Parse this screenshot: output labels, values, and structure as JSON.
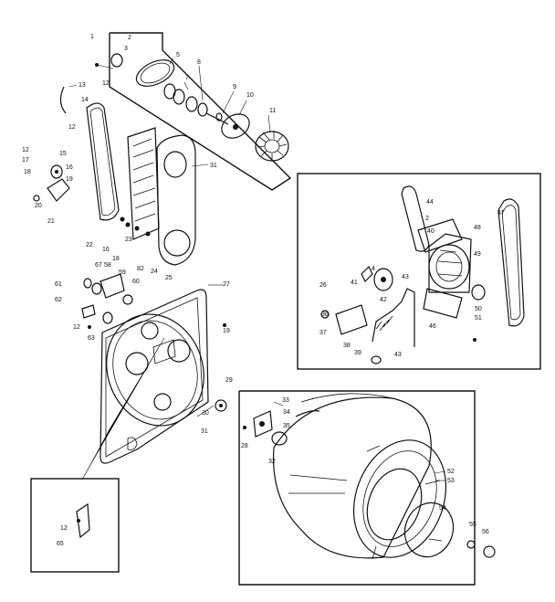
{
  "callouts": [
    {
      "id": "c1",
      "text": "1"
    },
    {
      "id": "c2",
      "text": "2"
    },
    {
      "id": "c3",
      "text": "3"
    },
    {
      "id": "c5",
      "text": "5"
    },
    {
      "id": "c7",
      "text": "7"
    },
    {
      "id": "c8",
      "text": "8"
    },
    {
      "id": "c9",
      "text": "9"
    },
    {
      "id": "c10",
      "text": "10"
    },
    {
      "id": "c11",
      "text": "11"
    },
    {
      "id": "c12a",
      "text": "12"
    },
    {
      "id": "c13",
      "text": "13"
    },
    {
      "id": "c14",
      "text": "14"
    },
    {
      "id": "c12b",
      "text": "12"
    },
    {
      "id": "c12c",
      "text": "12"
    },
    {
      "id": "c15",
      "text": "15"
    },
    {
      "id": "c16",
      "text": "16"
    },
    {
      "id": "c17",
      "text": "17"
    },
    {
      "id": "c18",
      "text": "18"
    },
    {
      "id": "c19",
      "text": "19"
    },
    {
      "id": "c20",
      "text": "20"
    },
    {
      "id": "c21",
      "text": "21"
    },
    {
      "id": "c31a",
      "text": "31"
    },
    {
      "id": "c22",
      "text": "22"
    },
    {
      "id": "c16b",
      "text": "16"
    },
    {
      "id": "c23",
      "text": "23"
    },
    {
      "id": "c18b",
      "text": "18"
    },
    {
      "id": "c82",
      "text": "82"
    },
    {
      "id": "c24",
      "text": "24"
    },
    {
      "id": "c25",
      "text": "25"
    },
    {
      "id": "c61",
      "text": "61"
    },
    {
      "id": "c67",
      "text": "67"
    },
    {
      "id": "c58",
      "text": "58"
    },
    {
      "id": "c59",
      "text": "59"
    },
    {
      "id": "c60",
      "text": "60"
    },
    {
      "id": "c62",
      "text": "62"
    },
    {
      "id": "c12d",
      "text": "12"
    },
    {
      "id": "c63",
      "text": "63"
    },
    {
      "id": "c27",
      "text": "27"
    },
    {
      "id": "c19b",
      "text": "19"
    },
    {
      "id": "c30",
      "text": "30"
    },
    {
      "id": "c31b",
      "text": "31"
    },
    {
      "id": "c29",
      "text": "29"
    },
    {
      "id": "c33",
      "text": "33"
    },
    {
      "id": "c34",
      "text": "34"
    },
    {
      "id": "c35",
      "text": "35"
    },
    {
      "id": "c28",
      "text": "28"
    },
    {
      "id": "c32",
      "text": "32"
    },
    {
      "id": "c52",
      "text": "52"
    },
    {
      "id": "c53",
      "text": "53"
    },
    {
      "id": "c54",
      "text": "54"
    },
    {
      "id": "c55",
      "text": "55"
    },
    {
      "id": "c56",
      "text": "56"
    },
    {
      "id": "c12e",
      "text": "12"
    },
    {
      "id": "c65",
      "text": "65"
    },
    {
      "id": "c44",
      "text": "44"
    },
    {
      "id": "c2b",
      "text": "2"
    },
    {
      "id": "c40",
      "text": "40"
    },
    {
      "id": "c47",
      "text": "47"
    },
    {
      "id": "c48",
      "text": "48"
    },
    {
      "id": "c49",
      "text": "49"
    },
    {
      "id": "c41",
      "text": "41"
    },
    {
      "id": "c4",
      "text": "4"
    },
    {
      "id": "c43a",
      "text": "43"
    },
    {
      "id": "c26",
      "text": "26"
    },
    {
      "id": "c42",
      "text": "42"
    },
    {
      "id": "c50",
      "text": "50"
    },
    {
      "id": "c36",
      "text": "36"
    },
    {
      "id": "c46",
      "text": "46"
    },
    {
      "id": "c51",
      "text": "51"
    },
    {
      "id": "c37",
      "text": "37"
    },
    {
      "id": "c38",
      "text": "38"
    },
    {
      "id": "c39",
      "text": "39"
    },
    {
      "id": "c43b",
      "text": "43"
    }
  ]
}
